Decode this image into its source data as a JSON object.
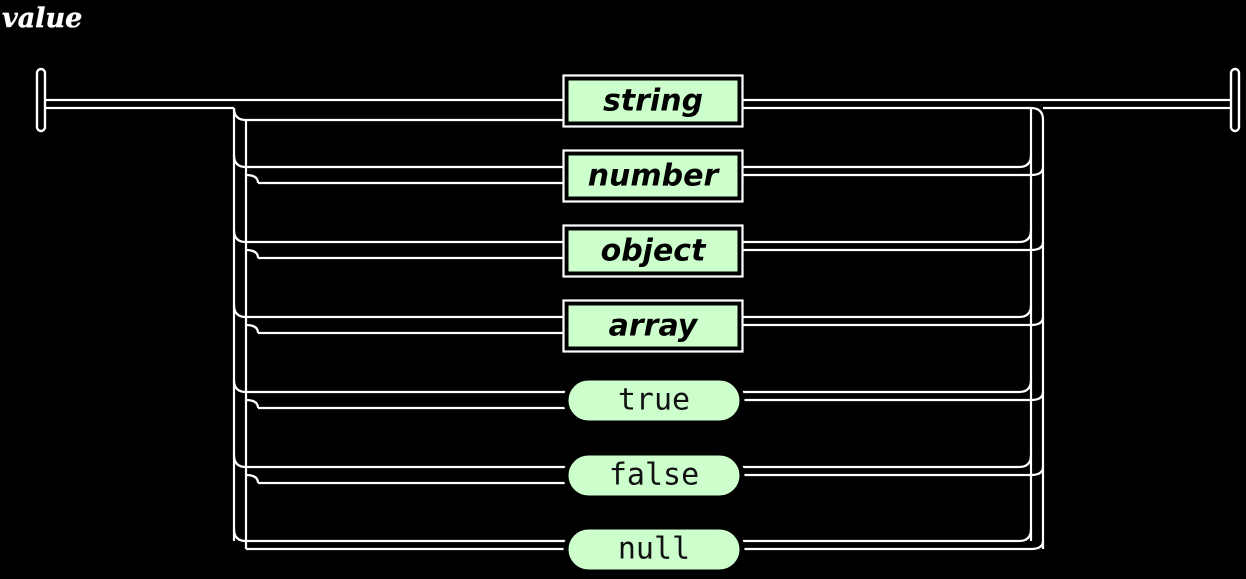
{
  "diagram": {
    "type": "railroad-syntax-diagram",
    "title": "value",
    "background_color": "#000000",
    "rail_color": "#ffffff",
    "box_fill_color": "#ccffcc",
    "box_border_color": "#000000",
    "text_color": "#000000",
    "entry_marker": "start-bar",
    "exit_marker": "end-bar",
    "branch_count": 7,
    "alternatives": [
      {
        "label": "string",
        "kind": "nonterminal",
        "shape": "rectangle",
        "row": 1
      },
      {
        "label": "number",
        "kind": "nonterminal",
        "shape": "rectangle",
        "row": 2
      },
      {
        "label": "object",
        "kind": "nonterminal",
        "shape": "rectangle",
        "row": 3
      },
      {
        "label": "array",
        "kind": "nonterminal",
        "shape": "rectangle",
        "row": 4
      },
      {
        "label": "true",
        "kind": "terminal",
        "shape": "stadium",
        "row": 5
      },
      {
        "label": "false",
        "kind": "terminal",
        "shape": "stadium",
        "row": 6
      },
      {
        "label": "null",
        "kind": "terminal",
        "shape": "stadium",
        "row": 7
      }
    ]
  }
}
